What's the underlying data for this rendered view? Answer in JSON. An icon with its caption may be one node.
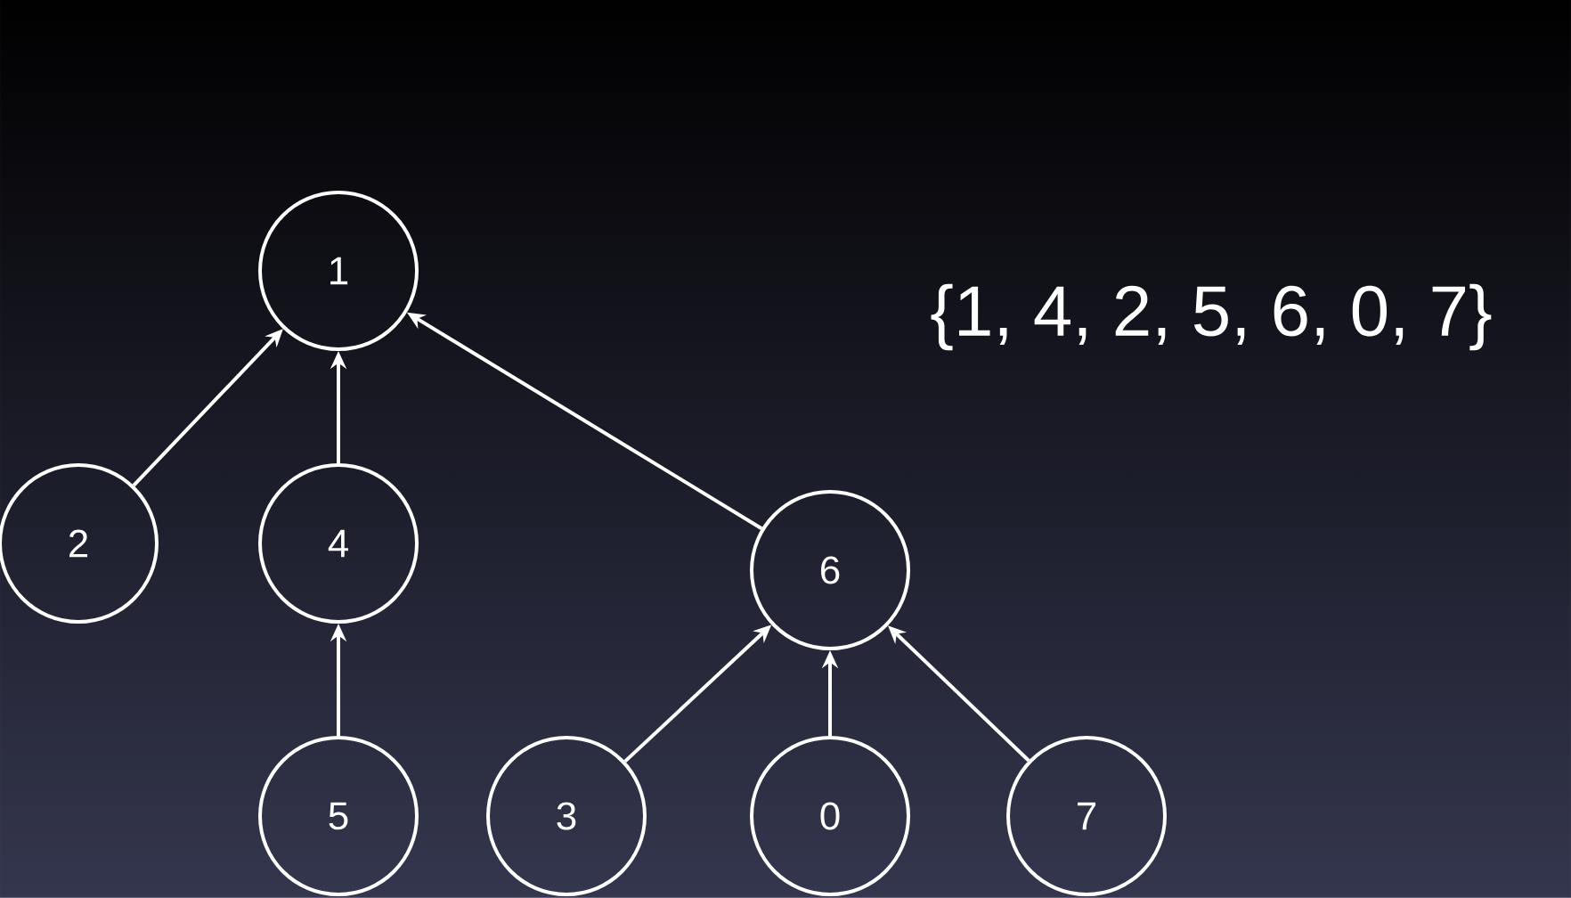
{
  "diagram": {
    "nodes": [
      {
        "text": [
          "1"
        ]
      },
      {
        "text": [
          "2"
        ]
      },
      {
        "text": [
          "4"
        ]
      },
      {
        "text": [
          "6"
        ]
      },
      {
        "text": [
          "5"
        ]
      },
      {
        "text": [
          "3"
        ]
      },
      {
        "text": [
          "0"
        ]
      },
      {
        "text": [
          "7"
        ]
      }
    ],
    "edges": [
      {
        "from": 1,
        "to": 0,
        "arrow": "to"
      },
      {
        "from": 2,
        "to": 0,
        "arrow": "to"
      },
      {
        "from": 3,
        "to": 0,
        "arrow": "to"
      },
      {
        "from": 4,
        "to": 2,
        "arrow": "to"
      },
      {
        "from": 5,
        "to": 3,
        "arrow": "to"
      },
      {
        "from": 6,
        "to": 3,
        "arrow": "to"
      },
      {
        "from": 7,
        "to": 3,
        "arrow": "to"
      }
    ],
    "labels": [
      "{1, 4, 2, 5, 6, 0, 7}"
    ]
  }
}
